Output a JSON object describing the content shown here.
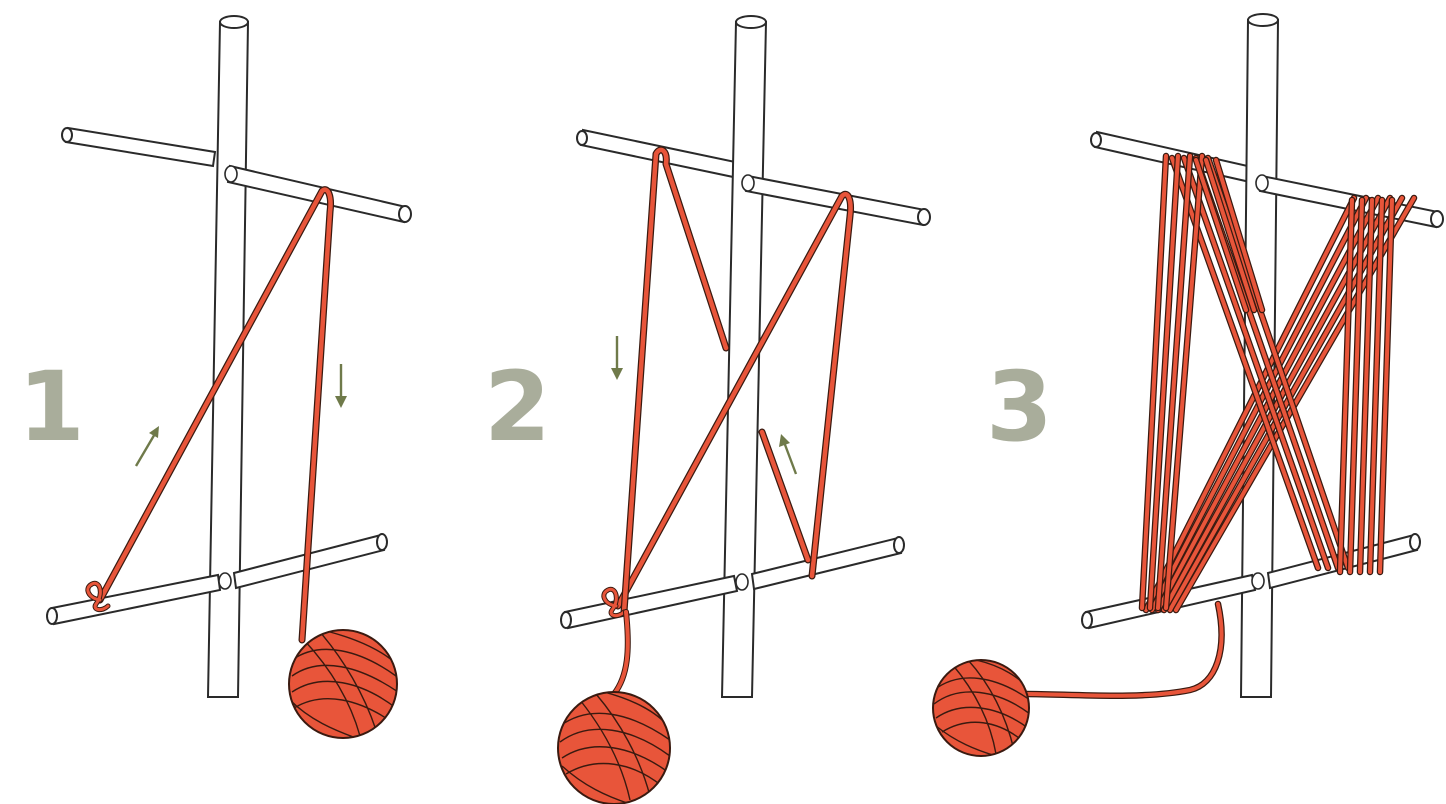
{
  "steps": [
    {
      "number": "1"
    },
    {
      "number": "2"
    },
    {
      "number": "3"
    }
  ],
  "colors": {
    "yarn": "#e8553a",
    "step_number": "#a9ad9b",
    "arrow": "#6f7a4a",
    "pole_outline": "#2a2a2a"
  },
  "icons": [
    "yarn-ball-icon",
    "direction-arrow-icon"
  ]
}
